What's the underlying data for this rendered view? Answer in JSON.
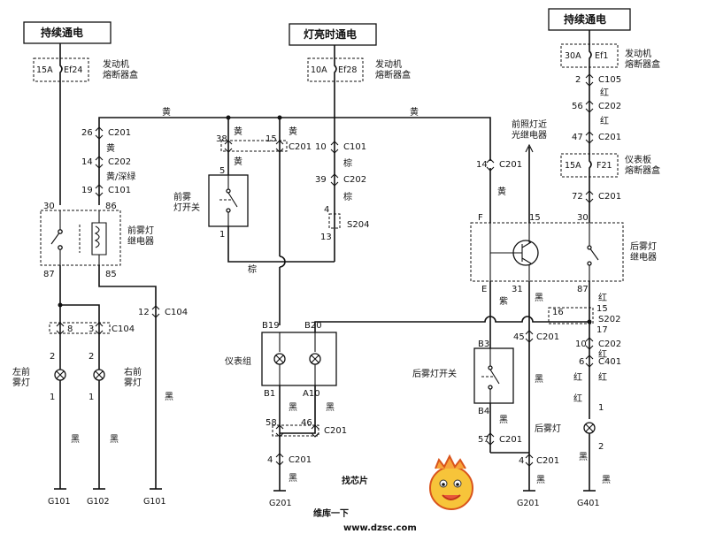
{
  "power": {
    "continuous_left": "持续通电",
    "lights_on": "灯亮时通电",
    "continuous_right": "持续通电"
  },
  "fuses": {
    "ef24_rating": "15A",
    "ef24_id": "Ef24",
    "ef28_rating": "10A",
    "ef28_id": "Ef28",
    "ef1_rating": "30A",
    "ef1_id": "Ef1",
    "f21_rating": "15A",
    "f21_id": "F21",
    "engine_box_l1": "发动机",
    "engine_box_l2": "熔断器盒",
    "panel_box_l1": "仪表板",
    "panel_box_l2": "熔断器盒"
  },
  "connectors": {
    "c201": "C201",
    "c202": "C202",
    "c101": "C101",
    "c104": "C104",
    "c105": "C105",
    "c401": "C401",
    "s204": "S204",
    "s202": "S202"
  },
  "pins": {
    "p26": "26",
    "p14": "14",
    "p19": "19",
    "p30": "30",
    "p86": "86",
    "p87": "87",
    "p85": "85",
    "p12": "12",
    "p8": "8",
    "p3": "3",
    "p2": "2",
    "p1": "1",
    "p38": "38",
    "p15": "15",
    "p5": "5",
    "p10": "10",
    "p39": "39",
    "p4": "4",
    "p13": "13",
    "p56": "56",
    "p47": "47",
    "p72": "72",
    "p16": "16",
    "p17": "17",
    "p6": "6",
    "p45": "45",
    "p57": "57",
    "p58": "58",
    "p46": "46",
    "p31": "31",
    "pF": "F",
    "pE": "E",
    "pB19": "B19",
    "pB20": "B20",
    "pB1": "B1",
    "pA10": "A10",
    "pB3": "B3",
    "pB4": "B4"
  },
  "wire_colors": {
    "yellow": "黄",
    "yellow_green": "黄/深绿",
    "brown": "棕",
    "black": "黑",
    "red": "红",
    "purple": "紫"
  },
  "components": {
    "front_fog_relay_l1": "前雾灯",
    "front_fog_relay_l2": "继电器",
    "front_fog_switch_l1": "前雾",
    "front_fog_switch_l2": "灯开关",
    "left_front_fog_l1": "左前",
    "left_front_fog_l2": "雾灯",
    "right_front_fog_l1": "右前",
    "right_front_fog_l2": "雾灯",
    "instrument_cluster": "仪表组",
    "headlamp_relay_l1": "前照灯近",
    "headlamp_relay_l2": "光继电器",
    "rear_fog_relay_l1": "后雾灯",
    "rear_fog_relay_l2": "继电器",
    "rear_fog_switch": "后雾灯开关",
    "rear_fog_lamp": "后雾灯"
  },
  "grounds": {
    "g101a": "G101",
    "g102": "G102",
    "g101b": "G101",
    "g201a": "G201",
    "g201b": "G201",
    "g401": "G401"
  },
  "watermark": {
    "logo_text": "找芯片",
    "brand": "维库一下",
    "url": "www.dzsc.com"
  }
}
